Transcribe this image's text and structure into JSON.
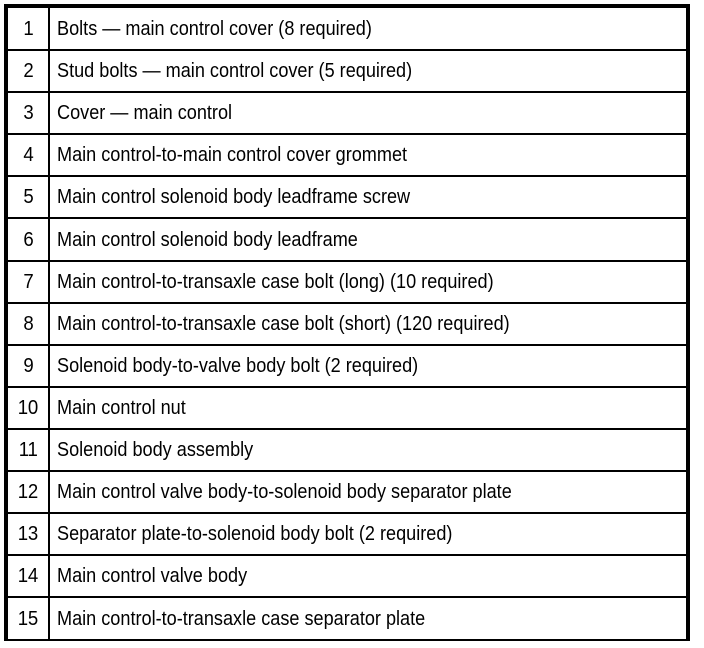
{
  "document": {
    "type": "parts-callout-table",
    "colors": {
      "border": "#000000",
      "text": "#000000",
      "background": "#ffffff"
    },
    "columns": [
      "item",
      "description"
    ],
    "rows": [
      {
        "item": "1",
        "description": "Bolts — main control cover (8 required)"
      },
      {
        "item": "2",
        "description": "Stud bolts — main control cover (5 required)"
      },
      {
        "item": "3",
        "description": "Cover — main control"
      },
      {
        "item": "4",
        "description": "Main control-to-main control cover grommet"
      },
      {
        "item": "5",
        "description": "Main control solenoid body leadframe screw"
      },
      {
        "item": "6",
        "description": "Main control solenoid body leadframe"
      },
      {
        "item": "7",
        "description": "Main control-to-transaxle case bolt (long) (10 required)"
      },
      {
        "item": "8",
        "description": "Main control-to-transaxle case bolt (short) (120 required)"
      },
      {
        "item": "9",
        "description": "Solenoid body-to-valve body bolt (2 required)"
      },
      {
        "item": "10",
        "description": "Main control nut"
      },
      {
        "item": "11",
        "description": "Solenoid body assembly"
      },
      {
        "item": "12",
        "description": "Main control valve body-to-solenoid body separator plate"
      },
      {
        "item": "13",
        "description": "Separator plate-to-solenoid body bolt (2 required)"
      },
      {
        "item": "14",
        "description": "Main control valve body"
      },
      {
        "item": "15",
        "description": "Main control-to-transaxle case separator plate"
      }
    ]
  }
}
